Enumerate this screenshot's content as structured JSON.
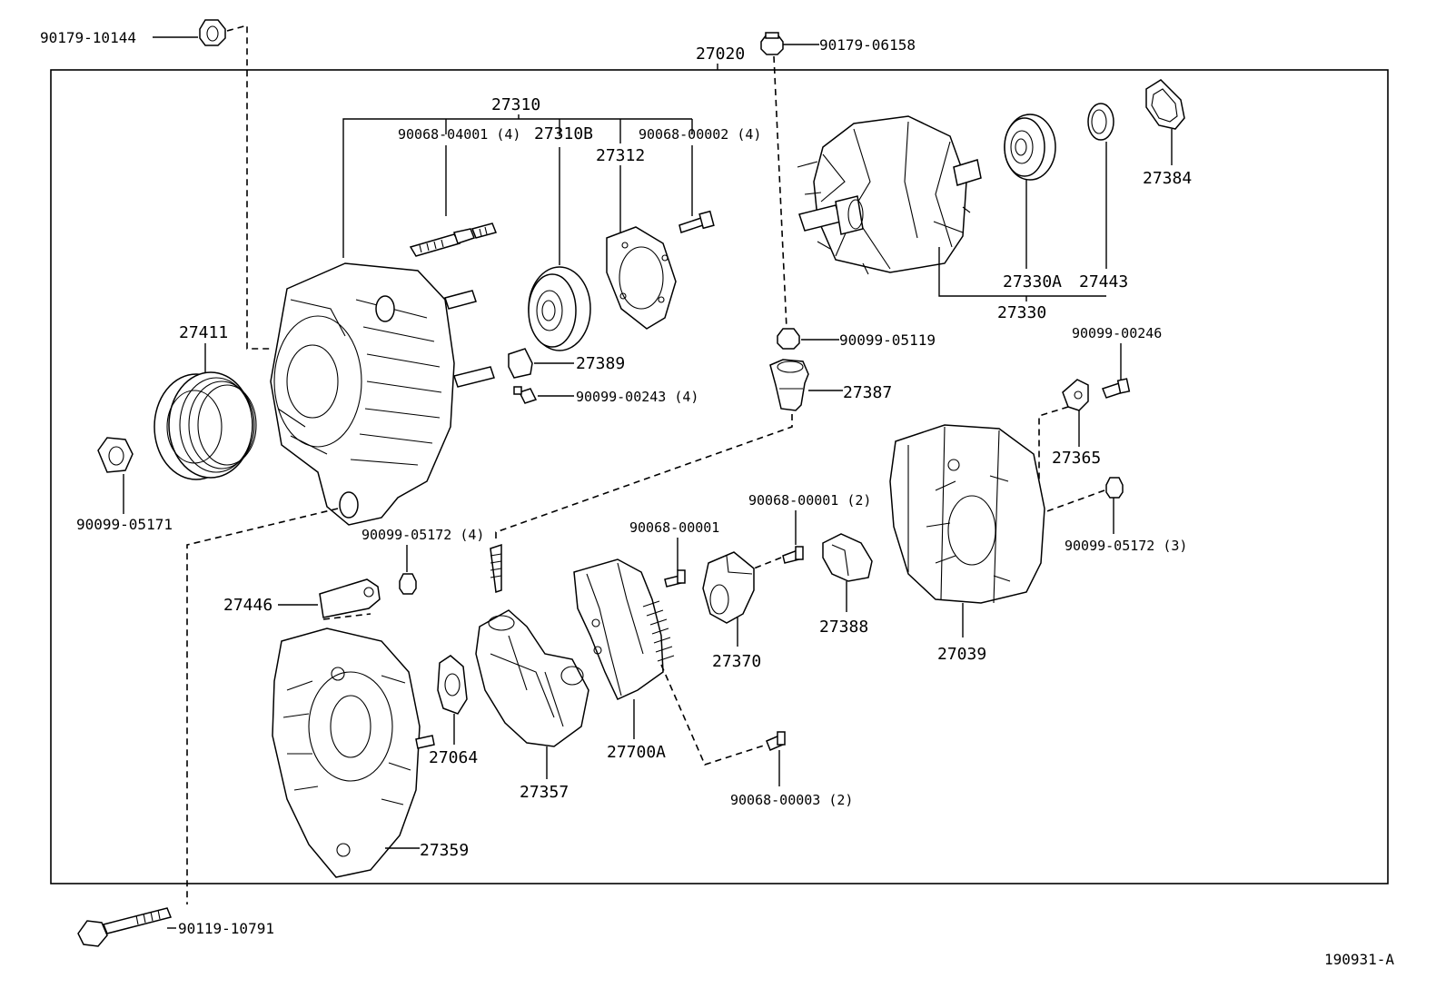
{
  "labels": {
    "p27020": "27020",
    "p90179_10144": "90179-10144",
    "p90179_06158": "90179-06158",
    "p27310": "27310",
    "p90068_04001": "90068-04001 (4)",
    "p27310B": "27310B",
    "p27312": "27312",
    "p90068_00002": "90068-00002 (4)",
    "p27384": "27384",
    "p27330A": "27330A",
    "p27443": "27443",
    "p27330": "27330",
    "p27411": "27411",
    "p27389": "27389",
    "p90099_00243": "90099-00243 (4)",
    "p90099_05119": "90099-05119",
    "p90099_00246": "90099-00246",
    "p27387": "27387",
    "p27365": "27365",
    "p90099_05171": "90099-05171",
    "p90099_05172_4": "90099-05172 (4)",
    "p90068_00001_2": "90068-00001 (2)",
    "p90068_00001": "90068-00001",
    "p90099_05172_3": "90099-05172 (3)",
    "p27446": "27446",
    "p27370": "27370",
    "p27388": "27388",
    "p27039": "27039",
    "p27064": "27064",
    "p27700A": "27700A",
    "p27357": "27357",
    "p90068_00003": "90068-00003 (2)",
    "p27359": "27359",
    "p90119_10791": "90119-10791",
    "diagram_id": "190931-A"
  }
}
